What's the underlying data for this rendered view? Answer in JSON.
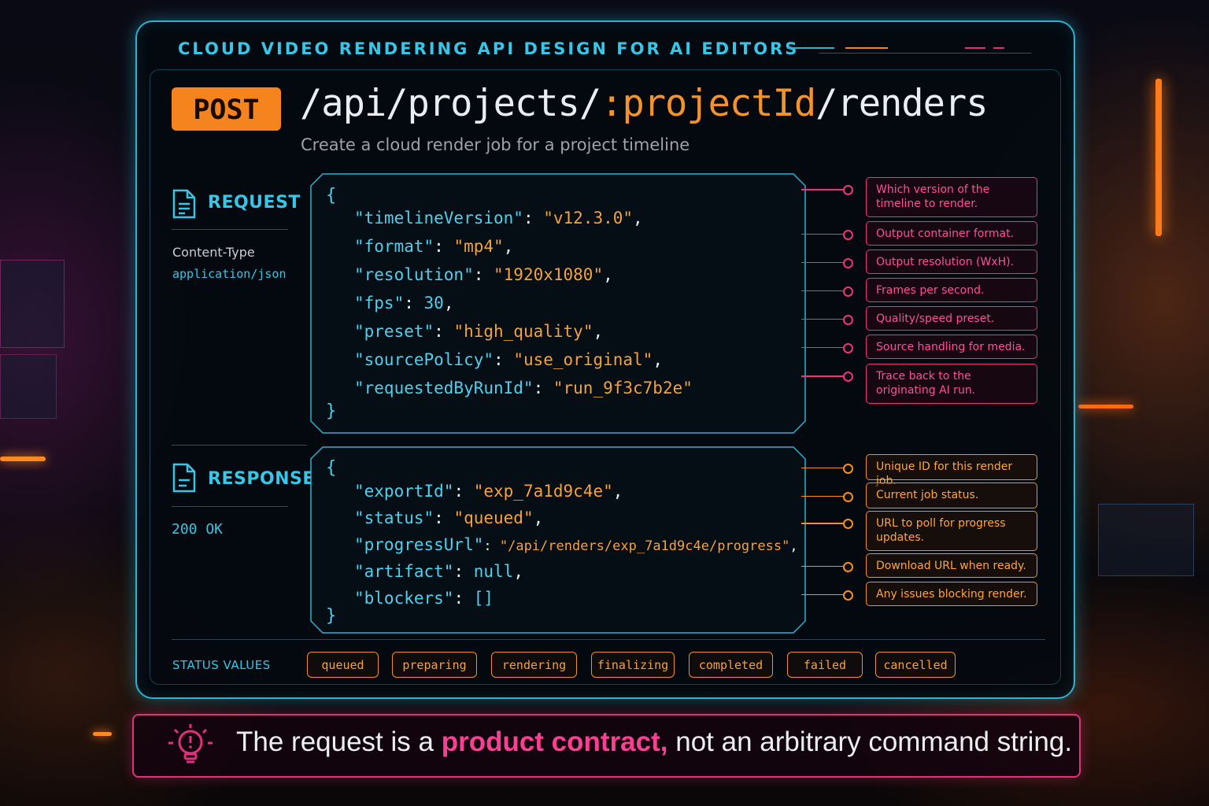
{
  "header": {
    "title": "CLOUD VIDEO RENDERING API DESIGN FOR AI EDITORS"
  },
  "endpoint": {
    "method": "POST",
    "path_prefix": "/api/projects/",
    "path_param": ":projectId",
    "path_suffix": "/renders",
    "description": "Create a cloud render job for a project timeline"
  },
  "request": {
    "label": "REQUEST",
    "content_type_label": "Content-Type",
    "content_type_value": "application/json",
    "open_brace": "{",
    "close_brace": "}",
    "fields": [
      {
        "key": "\"timelineVersion\"",
        "value": "\"v12.3.0\"",
        "comma": ",",
        "note": "Which version of the timeline to render."
      },
      {
        "key": "\"format\"",
        "value": "\"mp4\"",
        "comma": ",",
        "note": "Output container format."
      },
      {
        "key": "\"resolution\"",
        "value": "\"1920x1080\"",
        "comma": ",",
        "note": "Output resolution (WxH)."
      },
      {
        "key": "\"fps\"",
        "value": "30",
        "comma": ",",
        "note": "Frames per second."
      },
      {
        "key": "\"preset\"",
        "value": "\"high_quality\"",
        "comma": ",",
        "note": "Quality/speed preset."
      },
      {
        "key": "\"sourcePolicy\"",
        "value": "\"use_original\"",
        "comma": ",",
        "note": "Source handling for media."
      },
      {
        "key": "\"requestedByRunId\"",
        "value": "\"run_9f3c7b2e\"",
        "comma": "",
        "note": "Trace back to the originating AI run."
      }
    ]
  },
  "response": {
    "label": "RESPONSE",
    "status_code": "200 OK",
    "open_brace": "{",
    "close_brace": "}",
    "fields": [
      {
        "key": "\"exportId\"",
        "value": "\"exp_7a1d9c4e\"",
        "comma": ",",
        "note": "Unique ID for this render job."
      },
      {
        "key": "\"status\"",
        "value": "\"queued\"",
        "comma": ",",
        "note": "Current job status."
      },
      {
        "key": "\"progressUrl\"",
        "value": "\"/api/renders/exp_7a1d9c4e/progress\"",
        "comma": ",",
        "note": "URL to poll for progress updates."
      },
      {
        "key": "\"artifact\"",
        "value": "null",
        "comma": ",",
        "note": "Download URL when ready."
      },
      {
        "key": "\"blockers\"",
        "value": "[]",
        "comma": "",
        "note": "Any issues blocking render."
      }
    ]
  },
  "status_values": {
    "label": "STATUS VALUES",
    "items": [
      "queued",
      "preparing",
      "rendering",
      "finalizing",
      "completed",
      "failed",
      "cancelled"
    ]
  },
  "footer": {
    "text_before": "The request is a ",
    "highlight": "product contract,",
    "text_after": " not an arbitrary command string."
  },
  "colors": {
    "accent_cyan": "#38c6e6",
    "accent_orange": "#f5841f",
    "accent_pink": "#f0337f"
  }
}
